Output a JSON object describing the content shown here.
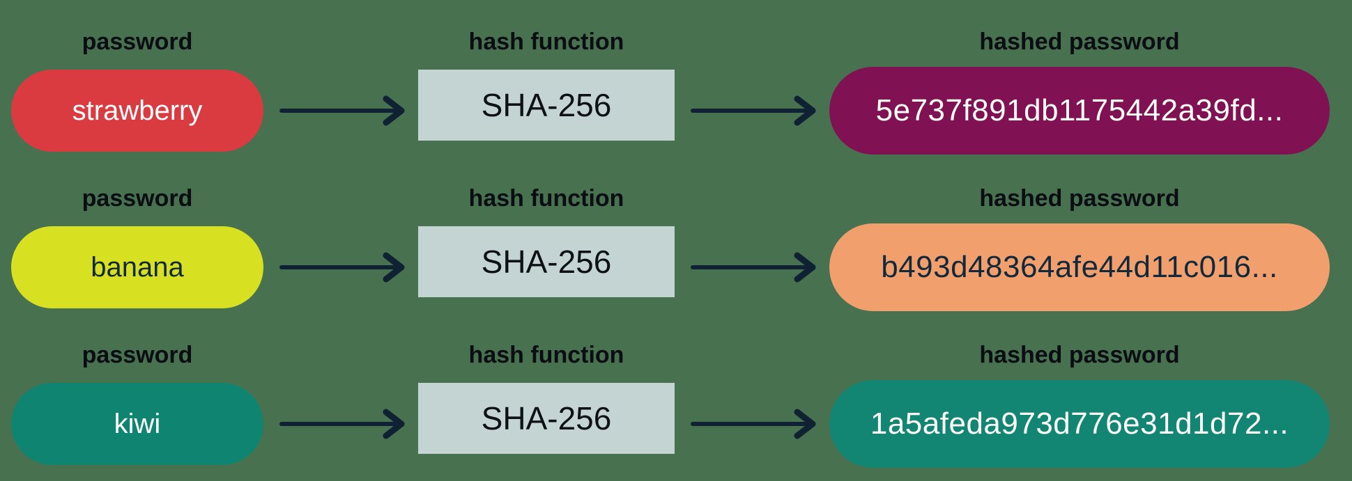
{
  "rows": [
    {
      "password_label": "password",
      "password": "strawberry",
      "hash_function_label": "hash function",
      "hash_function": "SHA-256",
      "hashed_label": "hashed password",
      "hashed_password": "5e737f891db1175442a39fd..."
    },
    {
      "password_label": "password",
      "password": "banana",
      "hash_function_label": "hash function",
      "hash_function": "SHA-256",
      "hashed_label": "hashed password",
      "hashed_password": "b493d48364afe44d11c016..."
    },
    {
      "password_label": "password",
      "password": "kiwi",
      "hash_function_label": "hash function",
      "hash_function": "SHA-256",
      "hashed_label": "hashed password",
      "hashed_password": "1a5afeda973d776e31d1d72..."
    }
  ],
  "colors": {
    "background": "#487150",
    "arrow": "#0F2233",
    "label_text": "#0A0E13",
    "hash_box_bg": "#C3D4D3",
    "hash_box_text": "#0D1116",
    "pills": [
      {
        "password_bg": "#D93B41",
        "password_text": "#FFFFFF",
        "hashed_bg": "#801153",
        "hashed_text": "#FFFFFF"
      },
      {
        "password_bg": "#D7E122",
        "password_text": "#12293B",
        "hashed_bg": "#F29F6E",
        "hashed_text": "#12293B"
      },
      {
        "password_bg": "#0F8571",
        "password_text": "#FFFFFF",
        "hashed_bg": "#128672",
        "hashed_text": "#FFFFFF"
      }
    ]
  }
}
